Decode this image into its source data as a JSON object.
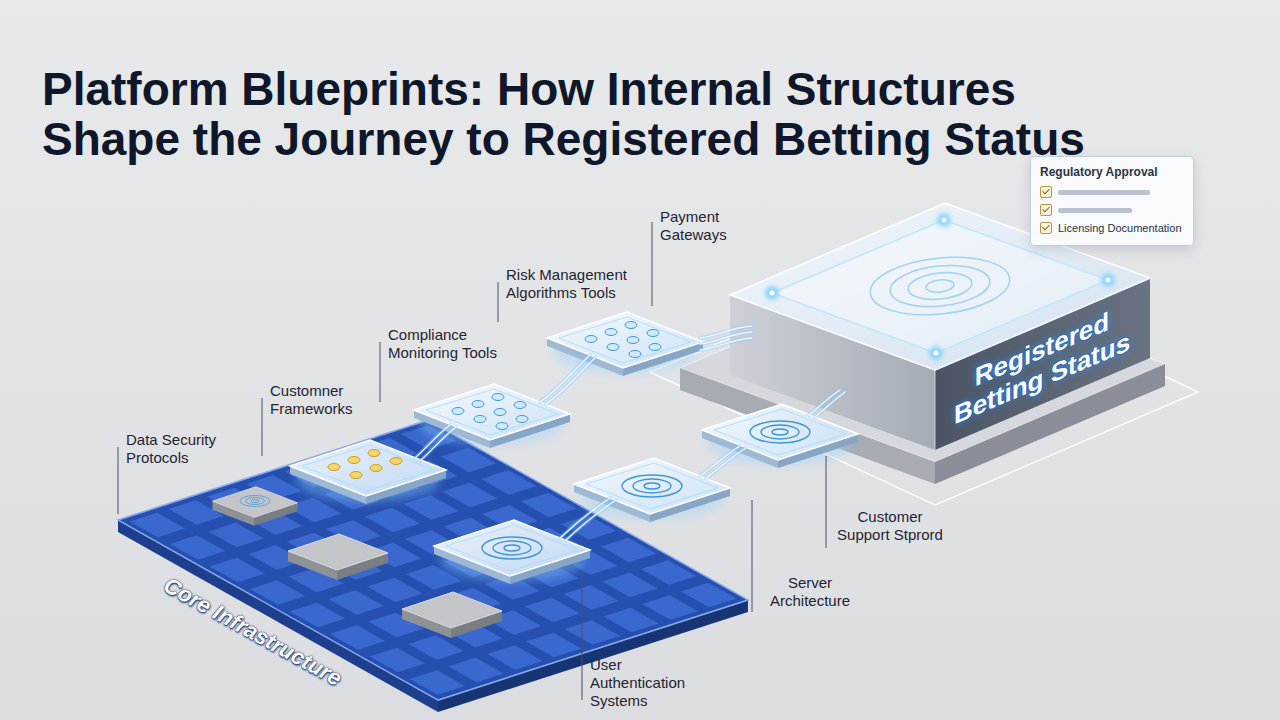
{
  "diagram": {
    "title": "Platform Blueprints: How Internal Structures Shape the Journey to Registered Betting Status",
    "nodes": [
      {
        "text": [
          "Registered Betting Status"
        ]
      },
      {
        "text": [
          "Regulatory Approval",
          "Licensing Documentation"
        ]
      }
    ],
    "labels": [
      "Payment Gateways",
      "Risk Management Algorithms Tools",
      "Compliance Monitoring Tools",
      "Customner Frameworks",
      "Data Security Protocols",
      "Customer Support Stprord",
      "Server Architecture",
      "User Authentication Systems",
      "Core Infrastructure"
    ]
  }
}
